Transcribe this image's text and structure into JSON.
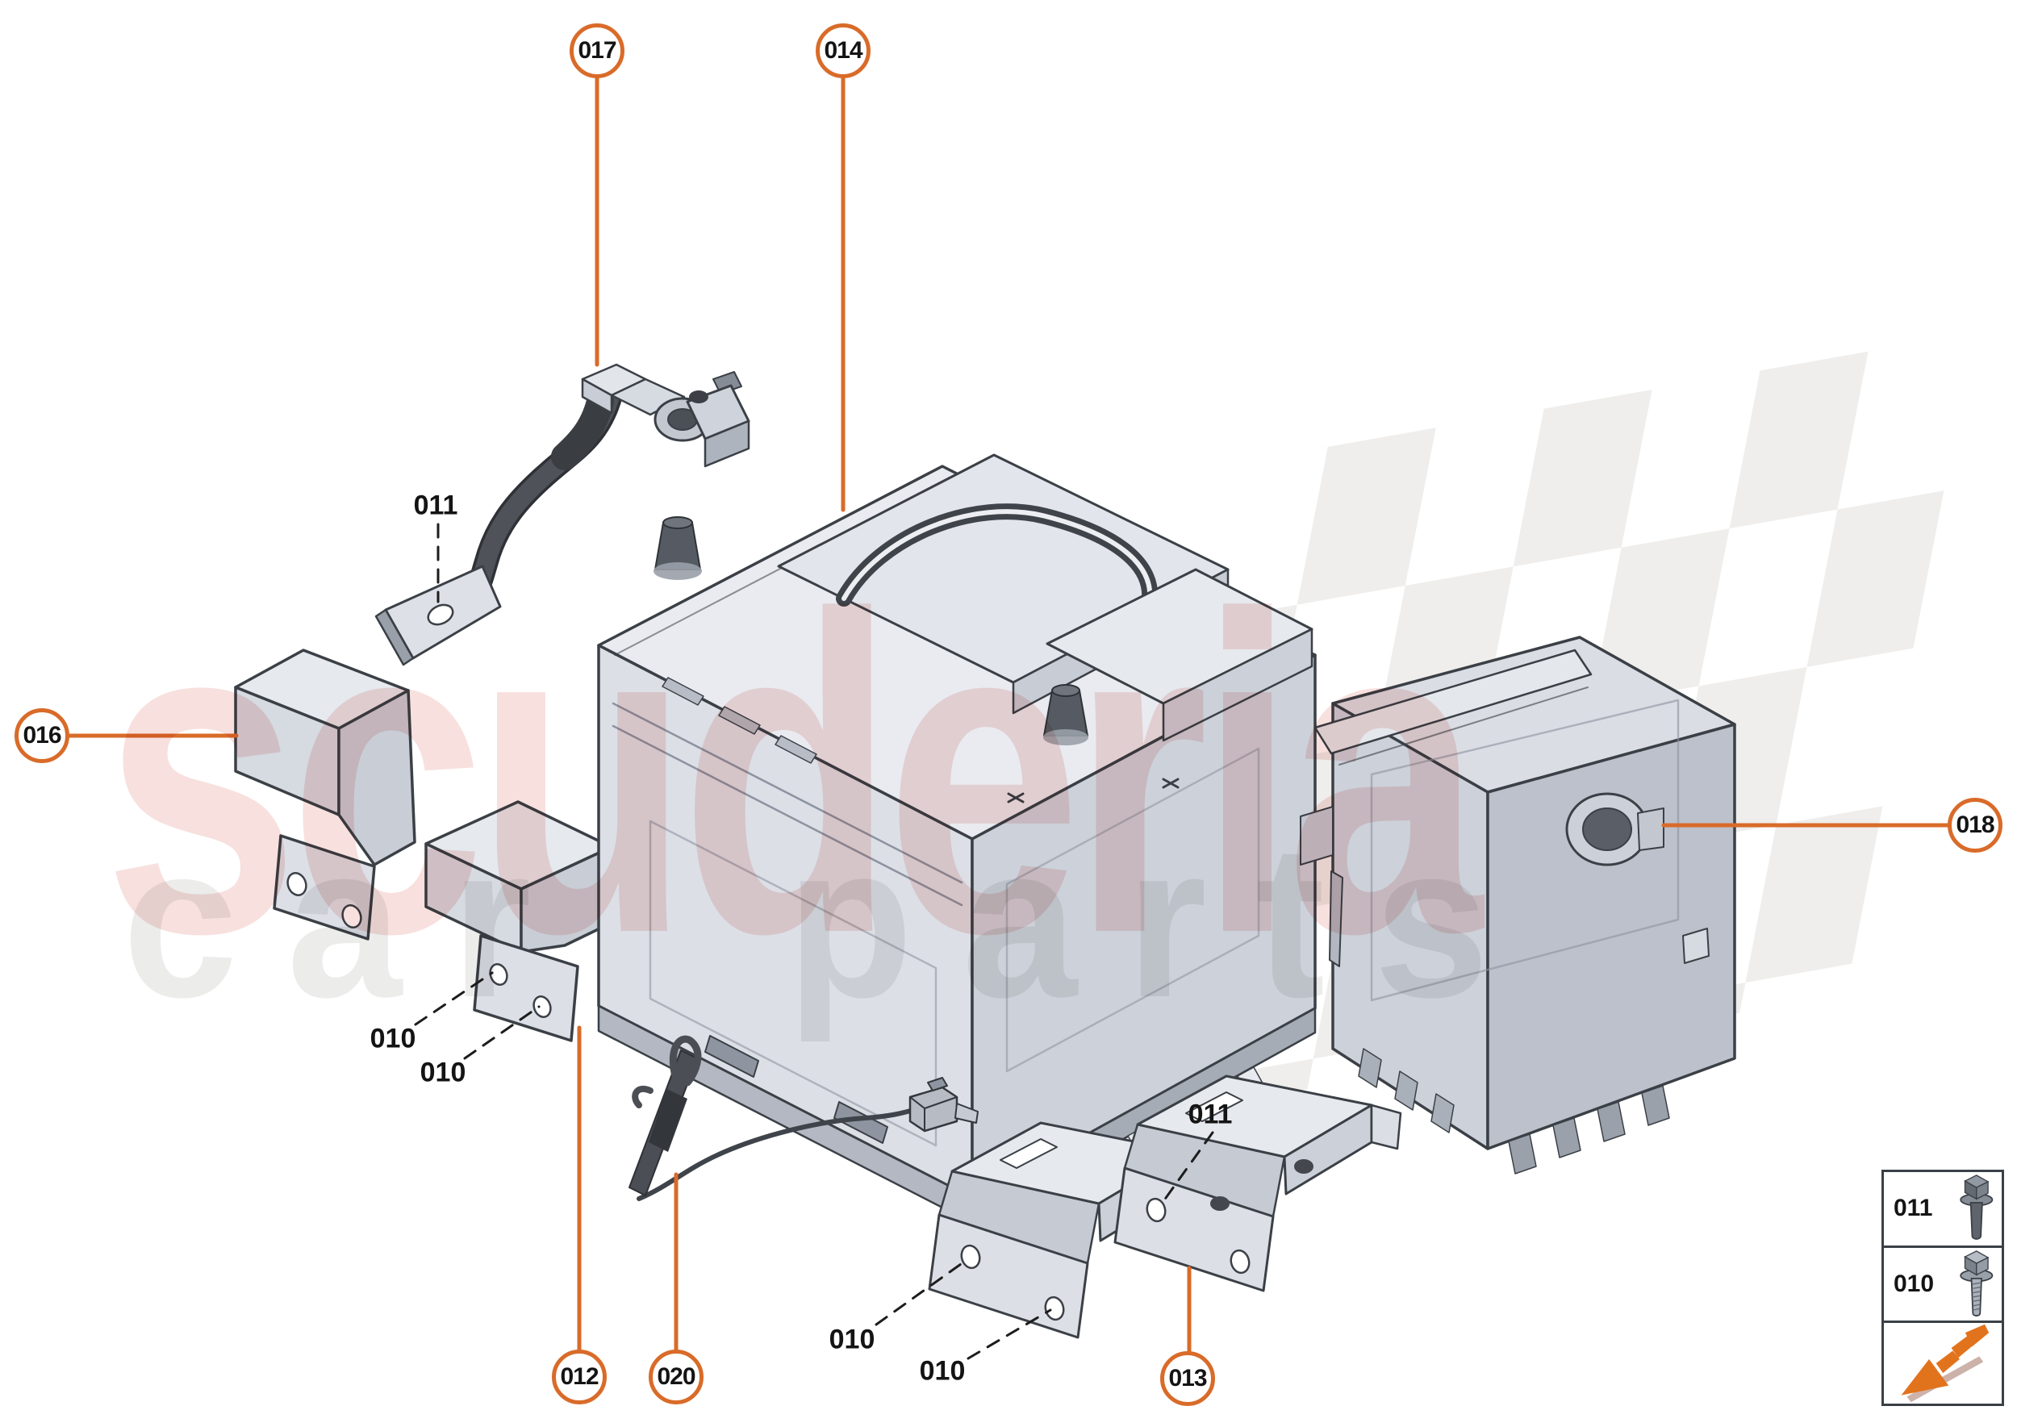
{
  "watermark": {
    "brand": "scuderia",
    "tagline": "car parts"
  },
  "callouts": [
    {
      "id": "017",
      "label": "017"
    },
    {
      "id": "014",
      "label": "014"
    },
    {
      "id": "016",
      "label": "016"
    },
    {
      "id": "018",
      "label": "018"
    },
    {
      "id": "012",
      "label": "012"
    },
    {
      "id": "020",
      "label": "020"
    },
    {
      "id": "013",
      "label": "013"
    }
  ],
  "part_labels": [
    {
      "label": "011"
    },
    {
      "label": "010"
    },
    {
      "label": "010"
    },
    {
      "label": "010"
    },
    {
      "label": "010"
    },
    {
      "label": "011"
    }
  ],
  "legend": {
    "rows": [
      {
        "code": "011",
        "icon": "flange-bolt-icon"
      },
      {
        "code": "010",
        "icon": "threaded-flange-bolt-icon"
      }
    ],
    "logo_icon": "scuderia-arrow-logo"
  },
  "colors": {
    "accent_orange": "#D96B29",
    "logo_orange": "#E2731D",
    "outline": "#3B4046",
    "watermark_red": "#D14B40",
    "watermark_gray": "#7C7C78",
    "checker_gray": "#ECEBE9"
  }
}
